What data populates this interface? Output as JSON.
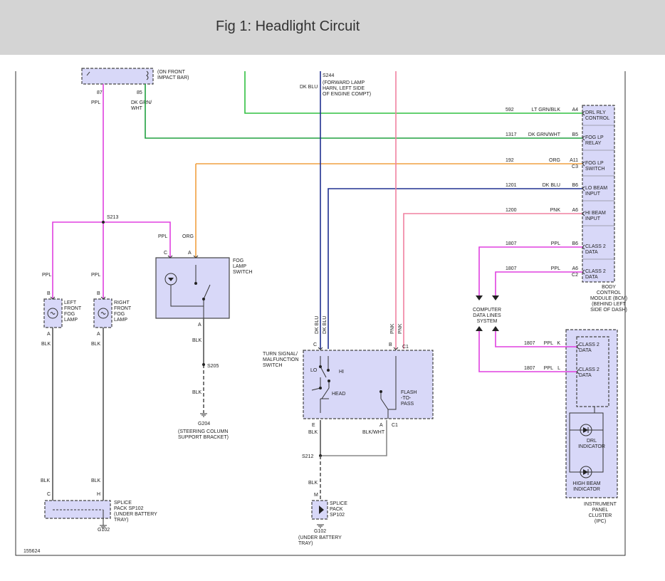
{
  "header": {
    "title": "Fig 1: Headlight Circuit"
  },
  "colors": {
    "ppl": "#e040e0",
    "dk_grn_wht": "#20a040",
    "lt_grn_blk": "#30c040",
    "org": "#f0a040",
    "dk_blu": "#203090",
    "pnk": "#f080a0",
    "blk": "#555555",
    "component_fill": "#d8d8f8"
  },
  "relay": {
    "note": "(ON FRONT\nIMPACT BAR)",
    "pin87": "87",
    "pin85": "85",
    "wire87": "PPL",
    "wire85": "DK GRN/\nWHT"
  },
  "forward_lamp": {
    "splice": "S244",
    "note": "(FORWARD LAMP\nHARN, LEFT SIDE\nOF ENGINE COMPT)",
    "wire": "DK BLU"
  },
  "bcm": {
    "label": "BODY\nCONTROL\nMODULE (BCM)\n(BEHIND LEFT\nSIDE OF DASH)",
    "rows": [
      {
        "circuit": "592",
        "color": "LT GRN/BLK",
        "pin": "A4",
        "name": "DRL RLY\nCONTROL"
      },
      {
        "circuit": "1317",
        "color": "DK GRN/WHT",
        "pin": "B5",
        "name": "FOG LP\nRELAY"
      },
      {
        "circuit": "192",
        "color": "ORG",
        "pin": "A11",
        "conn": "C3",
        "name": "FOG LP\nSWITCH"
      },
      {
        "circuit": "1201",
        "color": "DK BLU",
        "pin": "B6",
        "name": "LO BEAM\nINPUT"
      },
      {
        "circuit": "1200",
        "color": "PNK",
        "pin": "A6",
        "name": "HI BEAM\nINPUT"
      },
      {
        "circuit": "1807",
        "color": "PPL",
        "pin": "B6",
        "name": "CLASS 2\nDATA"
      },
      {
        "circuit": "1807",
        "color": "PPL",
        "pin": "A6",
        "conn": "C2",
        "name": "CLASS 2\nDATA"
      }
    ]
  },
  "splice_s213": "S213",
  "fog_lamp_switch": {
    "label": "FOG\nLAMP\nSWITCH",
    "pin_c": "C",
    "pin_a_top": "A",
    "pin_a_bottom": "A",
    "wire_c": "PPL",
    "wire_a": "ORG",
    "wire_out": "BLK",
    "splice": "S205",
    "ground": "G204",
    "ground_note": "(STEERING COLUMN\nSUPPORT BRACKET)"
  },
  "left_fog_lamp": {
    "label": "LEFT\nFRONT\nFOG\nLAMP",
    "pin_b": "B",
    "pin_a": "A",
    "wire_in": "PPL",
    "wire_out": "BLK"
  },
  "right_fog_lamp": {
    "label": "RIGHT\nFRONT\nFOG\nLAMP",
    "pin_b": "B",
    "pin_a": "A",
    "wire_in": "PPL",
    "wire_out": "BLK"
  },
  "splice_pack_left": {
    "label": "SPLICE\nPACK SP102\n(UNDER BATTERY\nTRAY)",
    "pin_c": "C",
    "pin_h": "H",
    "wire_c": "BLK",
    "wire_h": "BLK",
    "ground": "G102"
  },
  "turn_signal_switch": {
    "label": "TURN SIGNAL/\nMALFUNCTION\nSWITCH",
    "wire_c1": "DK BLU",
    "wire_c2": "DK BLU",
    "wire_b1": "PNK",
    "wire_b2": "PNK",
    "pin_c": "C",
    "pin_b": "B",
    "conn_top": "C1",
    "pin_e": "E",
    "pin_a": "A",
    "conn_bottom": "C1",
    "lo": "LO",
    "hi": "HI",
    "head": "HEAD",
    "flash": "FLASH\n-TO-\nPASS",
    "wire_e": "BLK",
    "wire_a": "BLK/WHT"
  },
  "splice_s212": "S212",
  "splice_pack_right": {
    "label": "SPLICE\nPACK\nSP102",
    "pin_m": "M",
    "wire": "BLK",
    "ground": "G102",
    "ground_note": "(UNDER BATTERY\nTRAY)"
  },
  "data_lines": {
    "label": "COMPUTER\nDATA LINES\nSYSTEM"
  },
  "ipc": {
    "label": "INSTRUMENT\nPANEL\nCLUSTER\n(IPC)",
    "rows": [
      {
        "circuit": "1807",
        "color": "PPL",
        "pin": "K",
        "name": "CLASS 2\nDATA"
      },
      {
        "circuit": "1807",
        "color": "PPL",
        "pin": "L",
        "name": "CLASS 2\nDATA"
      }
    ],
    "drl": "DRL\nINDICATOR",
    "high_beam": "HIGH BEAM\nINDICATOR"
  },
  "figure_id": "155624"
}
